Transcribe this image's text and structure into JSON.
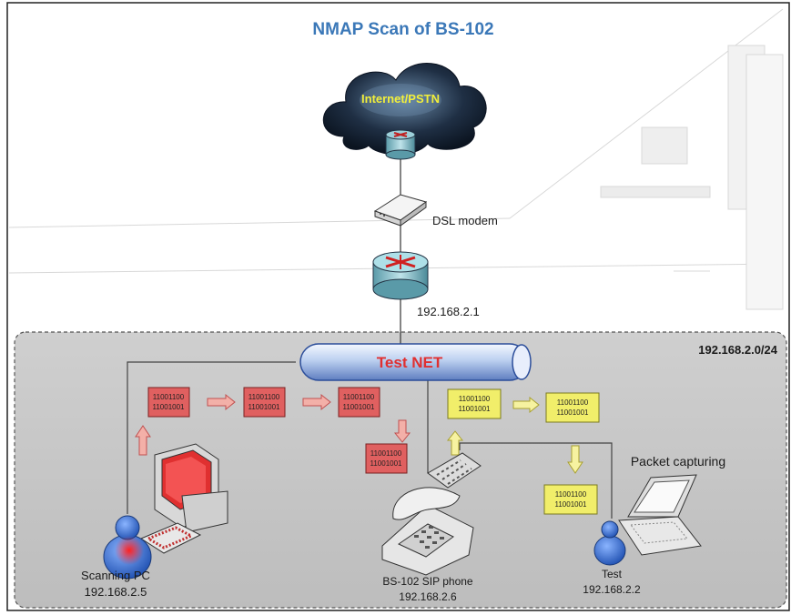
{
  "title": "NMAP Scan of BS-102",
  "cloud_label": "Internet/PSTN",
  "dsl_modem_label": "DSL modem",
  "router_ip": "192.168.2.1",
  "network": {
    "name": "Test NET",
    "subnet": "192.168.2.0/24"
  },
  "packet": {
    "line1": "11001100",
    "line2": "11001001"
  },
  "nodes": {
    "scanning_pc": {
      "name": "Scanning PC",
      "ip": "192.168.2.5"
    },
    "sip_phone": {
      "name": "BS-102 SIP phone",
      "ip": "192.168.2.6"
    },
    "test_laptop": {
      "name": "Test",
      "ip": "192.168.2.2",
      "caption": "Packet capturing"
    }
  },
  "colors": {
    "title": "#3b78b8",
    "lan_fill": "#c4c4c4",
    "packet_red": "#e06060",
    "packet_yellow": "#f1ee6a",
    "net_label": "#e03030"
  },
  "icons": [
    "cloud-icon",
    "router-icon",
    "dsl-modem-icon",
    "desktop-pc-icon",
    "user-icon",
    "ip-phone-icon",
    "laptop-icon",
    "arrow-icon"
  ]
}
